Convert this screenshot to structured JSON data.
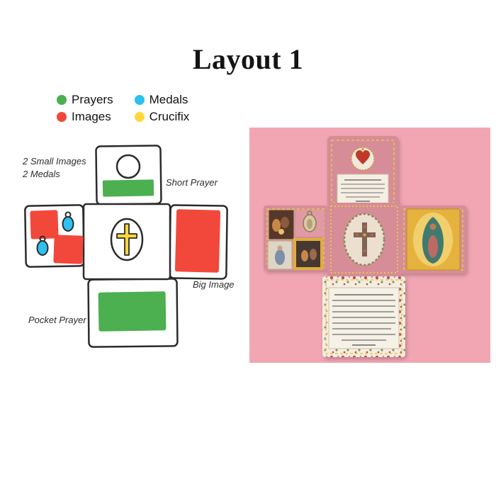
{
  "title": "Layout 1",
  "legend": {
    "items": [
      {
        "label": "Prayers",
        "color": "#4caf50"
      },
      {
        "label": "Images",
        "color": "#f2483c"
      },
      {
        "label": "Medals",
        "color": "#2ec0ee"
      },
      {
        "label": "Crucifix",
        "color": "#ffd83d"
      }
    ]
  },
  "diagram": {
    "label_small_images_line1": "2 Small Images",
    "label_small_images_line2": "2 Medals",
    "label_short_prayer": "Short Prayer",
    "label_big_image": "Big Image",
    "label_pocket_prayer": "Pocket Prayer",
    "ink_color": "#2b2b2b"
  },
  "photo": {
    "background_color": "#f2a6b3",
    "fabric_color": "#d68d97",
    "fabric_light_color": "#df9aa4",
    "stitch_color": "#e8c64d",
    "floral_fabric_color": "#f4ede1",
    "prayer_panel_color": "#f6f1e6"
  }
}
